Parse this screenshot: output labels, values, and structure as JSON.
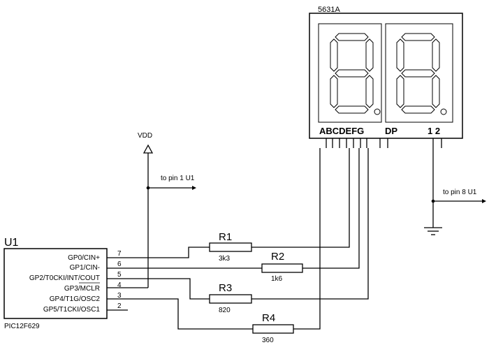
{
  "display": {
    "part": "5631A",
    "segment_labels": "ABCDEFG",
    "dp_label": "DP",
    "digit_labels": "1 2"
  },
  "mcu": {
    "ref": "U1",
    "part": "PIC12F629",
    "pins": [
      {
        "label": "GP0/CIN+",
        "number": "7"
      },
      {
        "label": "GP1/CIN-",
        "number": "6"
      },
      {
        "label": "GP2/T0CKI/INT/COUT",
        "number": "5"
      },
      {
        "label": "GP3/MCLR",
        "number": "4"
      },
      {
        "label": "GP4/T1G/OSC2",
        "number": "3"
      },
      {
        "label": "GP5/T1CKI/OSC1",
        "number": "2"
      }
    ]
  },
  "power": {
    "vdd_label": "VDD",
    "vdd_note": "to pin 1 U1",
    "gnd_note": "to pin 8 U1"
  },
  "resistors": [
    {
      "ref": "R1",
      "value": "3k3"
    },
    {
      "ref": "R2",
      "value": "1k6"
    },
    {
      "ref": "R3",
      "value": "820"
    },
    {
      "ref": "R4",
      "value": "360"
    }
  ]
}
